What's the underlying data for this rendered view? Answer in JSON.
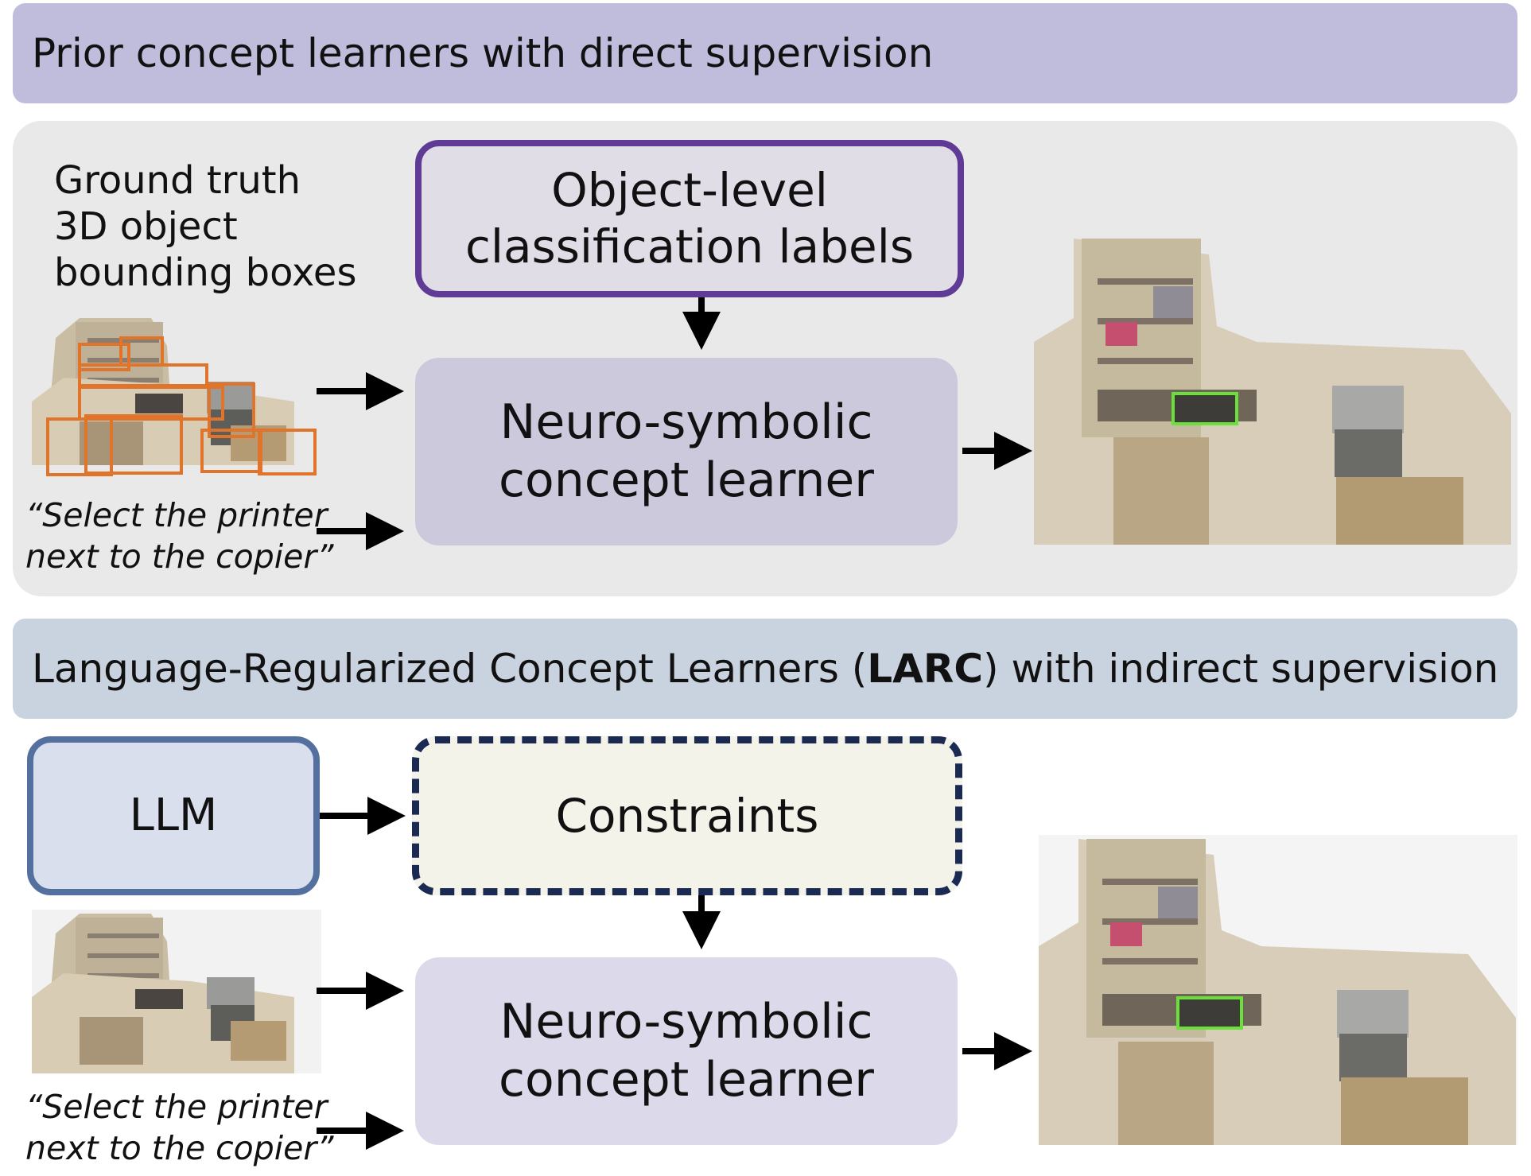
{
  "top_section": {
    "title": "Prior concept learners with direct supervision",
    "input_label": {
      "line1": "Ground truth",
      "line2": "3D object",
      "line3": "bounding boxes"
    },
    "query": {
      "line1": "“Select the printer",
      "line2": "next to the copier”"
    },
    "supervision_box": {
      "line1": "Object-level",
      "line2": "classification labels"
    },
    "learner_box": {
      "line1": "Neuro-symbolic",
      "line2": "concept learner"
    }
  },
  "bottom_section": {
    "title_prefix": "Language-Regularized Concept Learners (",
    "title_bold": "LARC",
    "title_suffix": ") with indirect supervision",
    "llm_box": "LLM",
    "constraints_box": "Constraints",
    "query": {
      "line1": "“Select the printer",
      "line2": "next to the copier”"
    },
    "learner_box": {
      "line1": "Neuro-symbolic",
      "line2": "concept learner"
    }
  },
  "colors": {
    "top_banner": "#c0bcdc",
    "bottom_banner": "#c9d2df",
    "gt_box_orange": "#e0742a",
    "prediction_box_green": "#6be03a",
    "supervision_border": "#5f3b96",
    "llm_border": "#54709f",
    "constraints_border": "#1a2a52"
  }
}
